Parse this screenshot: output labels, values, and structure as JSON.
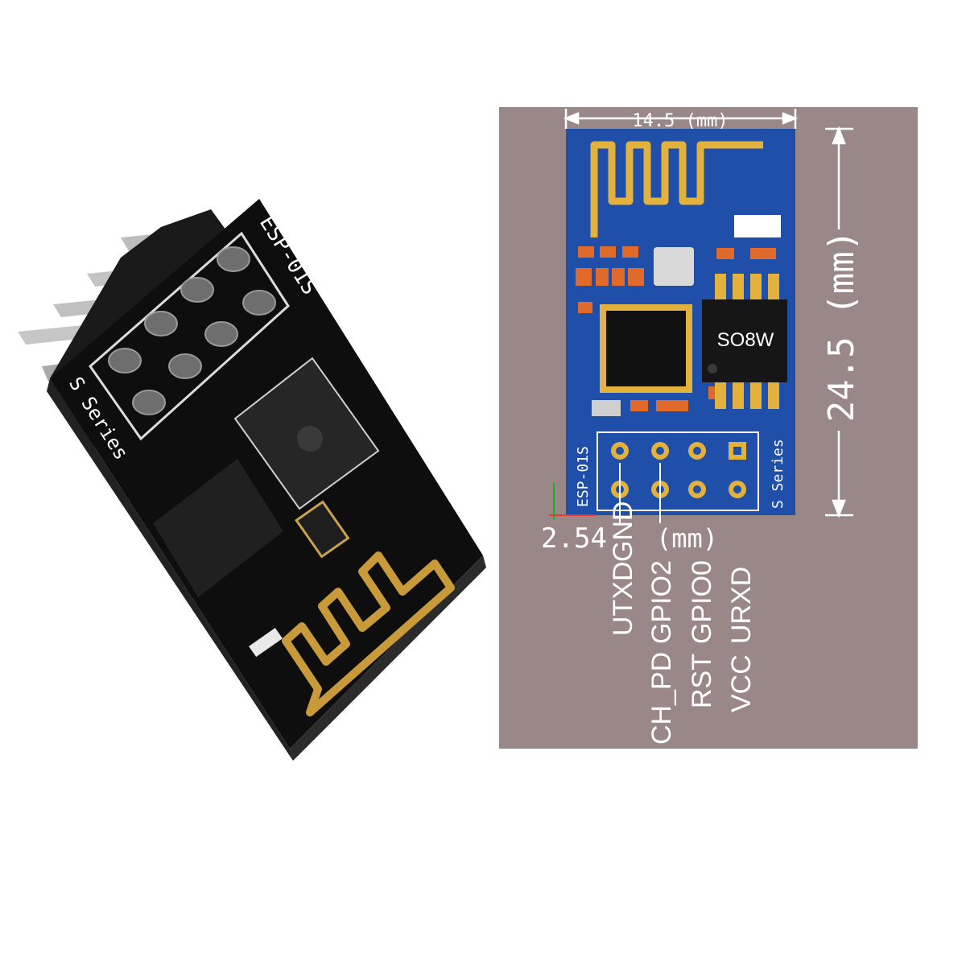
{
  "product": {
    "module_silk": "ESP-01S",
    "series_silk": "S Series"
  },
  "diagram": {
    "width_label": "14.5 (mm)",
    "height_label": "24.5 (mm)",
    "pitch_label": "2.54",
    "pitch_unit": "(mm)",
    "chip_label": "SO8W",
    "module_silk": "ESP-01S",
    "series_silk": "S Series",
    "pins": {
      "col1_top": "UTXD",
      "col1_bottom": "CH_PD",
      "col2_top": "GND",
      "col2_bottom": "GPIO2",
      "col3_top": "GPIO0",
      "col3_bottom": "RST",
      "col4_top": "URXD",
      "col4_bottom": "VCC"
    }
  },
  "colors": {
    "panel_bg": "#9a8888",
    "pcb_blue": "#1f4fa8",
    "pcb_black": "#111111",
    "gold": "#e3b23c",
    "pin_silver": "#b9b9b9"
  }
}
